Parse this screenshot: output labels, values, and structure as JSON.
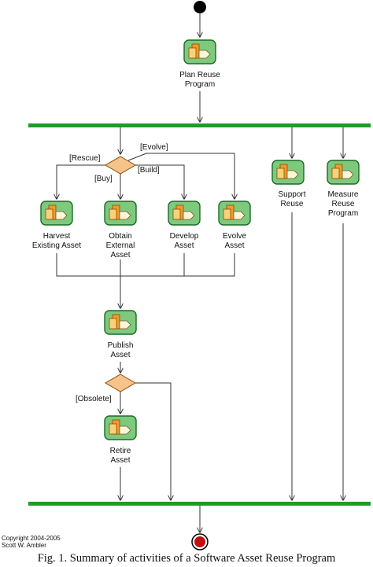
{
  "activities": {
    "plan": "Plan Reuse\nProgram",
    "support": "Support\nReuse",
    "measure": "Measure\nReuse\nProgram",
    "harvest": "Harvest\nExisting Asset",
    "obtain": "Obtain\nExternal\nAsset",
    "develop": "Develop\nAsset",
    "evolve": "Evolve\nAsset",
    "publish": "Publish\nAsset",
    "retire": "Retire\nAsset"
  },
  "guards": {
    "rescue": "[Rescue]",
    "evolve": "[Evolve]",
    "buy": "[Buy]",
    "build": "[Build]",
    "obsolete": "[Obsolete]"
  },
  "copyright": "Copyright 2004-2005\nScott W. Ambler",
  "caption": "Fig. 1.  Summary of activities of a Software Asset Reuse Program",
  "colors": {
    "bar": "#1f9a2c",
    "icon_bg": "#7fc97f",
    "decision": "#f6c48a"
  }
}
